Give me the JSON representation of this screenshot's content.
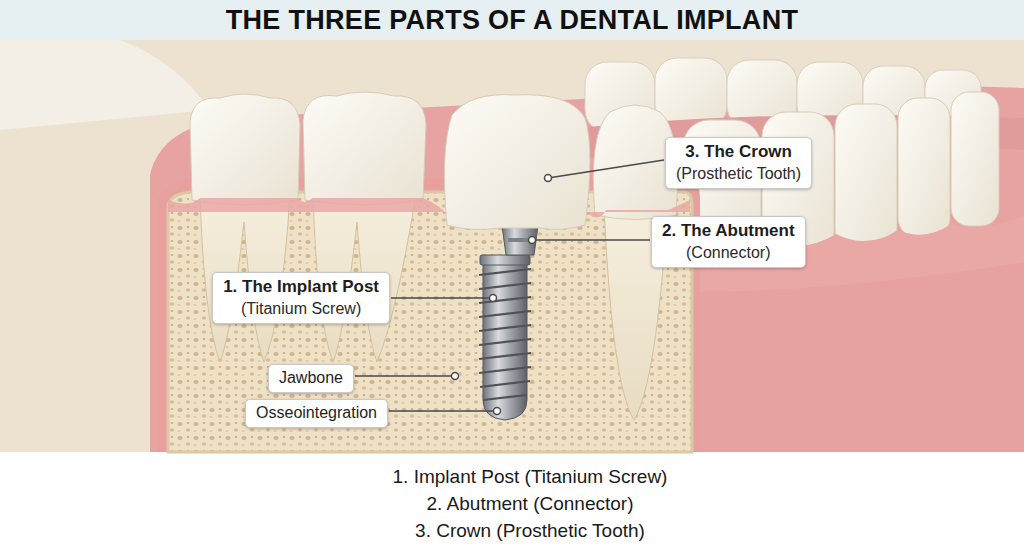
{
  "diagram": {
    "title": "THE THREE PARTS OF A DENTAL IMPLANT",
    "nodes": [
      {
        "text": [
          "3. The Crown",
          "(Prosthetic Tooth)"
        ]
      },
      {
        "text": [
          "2. The Abutment",
          "(Connector)"
        ]
      },
      {
        "text": [
          "1. The Implant Post",
          "(Titanium Screw)"
        ]
      },
      {
        "text": [
          "Jawbone"
        ]
      },
      {
        "text": [
          "Osseointegration"
        ]
      }
    ],
    "labels": [
      "1. Implant Post (Titanium Screw)",
      "2. Abutment (Connector)",
      "3. Crown (Prosthetic Tooth)"
    ]
  }
}
